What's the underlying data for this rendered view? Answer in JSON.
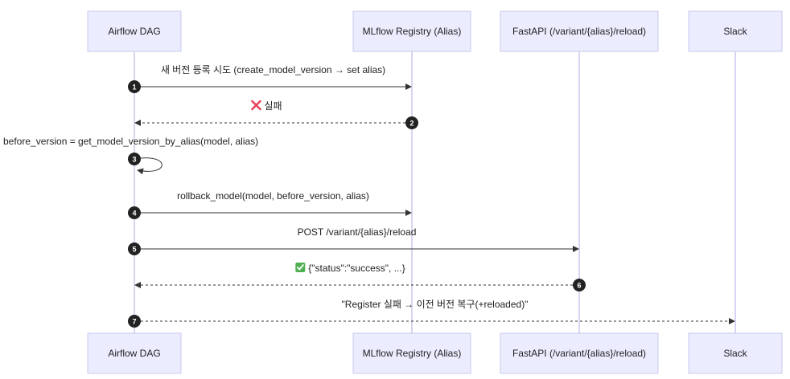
{
  "actors": [
    {
      "id": "airflow",
      "label": "Airflow DAG"
    },
    {
      "id": "mlflow",
      "label": "MLflow Registry (Alias)"
    },
    {
      "id": "fastapi",
      "label": "FastAPI (/variant/{alias}/reload)"
    },
    {
      "id": "slack",
      "label": "Slack"
    }
  ],
  "messages": [
    {
      "seq": "1",
      "from": "airflow",
      "to": "mlflow",
      "style": "solid",
      "icon": "",
      "text": "새 버전 등록 시도 (create_model_version → set alias)"
    },
    {
      "seq": "2",
      "from": "mlflow",
      "to": "airflow",
      "style": "dashed",
      "icon": "cross-mark-icon",
      "text": "실패"
    },
    {
      "seq": "3",
      "from": "airflow",
      "to": "airflow",
      "style": "self",
      "icon": "",
      "text": "before_version = get_model_version_by_alias(model, alias)"
    },
    {
      "seq": "4",
      "from": "airflow",
      "to": "mlflow",
      "style": "solid",
      "icon": "",
      "text": "rollback_model(model, before_version, alias)"
    },
    {
      "seq": "5",
      "from": "airflow",
      "to": "fastapi",
      "style": "solid",
      "icon": "",
      "text": "POST /variant/{alias}/reload"
    },
    {
      "seq": "6",
      "from": "fastapi",
      "to": "airflow",
      "style": "dashed",
      "icon": "check-mark-icon",
      "text": "{\"status\":\"success\", ...}"
    },
    {
      "seq": "7",
      "from": "airflow",
      "to": "slack",
      "style": "dotted",
      "icon": "",
      "text": "\"Register 실패 → 이전 버전 복구(+reloaded)\""
    }
  ],
  "colors": {
    "actor_fill": "#ECECFF",
    "actor_border": "#C9C9EF",
    "cross_mark": "#E8465C",
    "check_mark": "#4FB052"
  }
}
